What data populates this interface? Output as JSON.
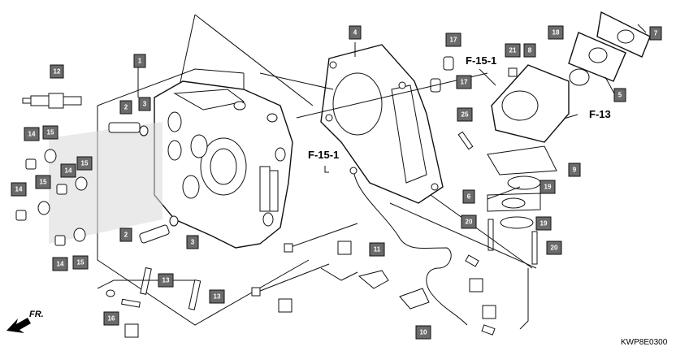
{
  "diagram_code": "KWP8E0300",
  "direction_label": "FR.",
  "refs": {
    "f15_1_top": "F-15-1",
    "f13": "F-13",
    "f15_1_mid": "F-15-1"
  },
  "callouts": {
    "c1": "1",
    "c2a": "2",
    "c2b": "2",
    "c3a": "3",
    "c3b": "3",
    "c4": "4",
    "c5": "5",
    "c6": "6",
    "c7": "7",
    "c8": "8",
    "c9": "9",
    "c10": "10",
    "c11": "11",
    "c12": "12",
    "c13a": "13",
    "c13b": "13",
    "c14a": "14",
    "c14b": "14",
    "c14c": "14",
    "c14d": "14",
    "c15a": "15",
    "c15b": "15",
    "c15c": "15",
    "c15d": "15",
    "c16": "16",
    "c17a": "17",
    "c17b": "17",
    "c18": "18",
    "c19a": "19",
    "c19b": "19",
    "c20a": "20",
    "c20b": "20",
    "c21": "21",
    "c25": "25"
  }
}
